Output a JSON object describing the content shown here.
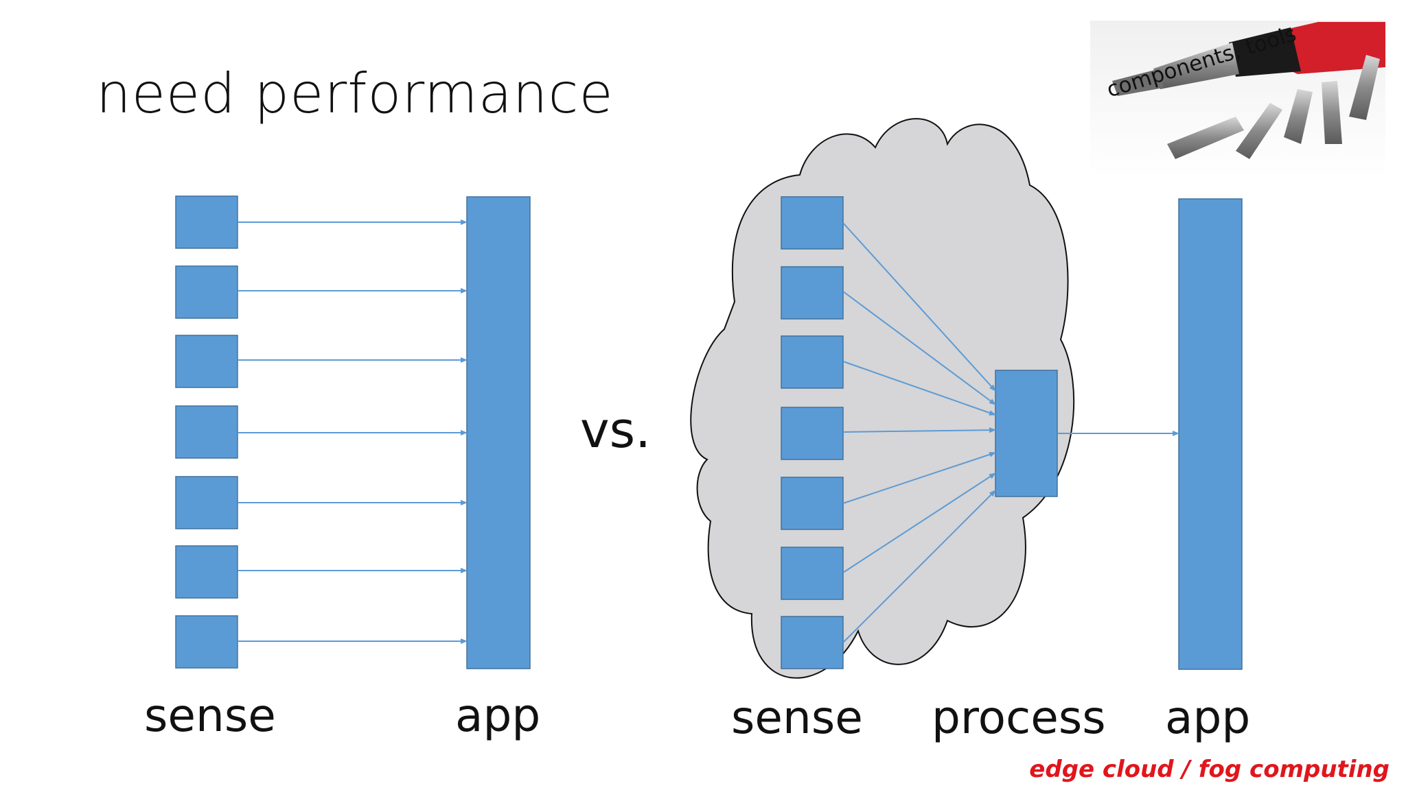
{
  "slide": {
    "title": "need performance",
    "vs": "vs.",
    "footnote": "edge cloud / fog computing"
  },
  "left_diagram": {
    "sense_label": "sense",
    "app_label": "app",
    "sensor_count": 7
  },
  "right_diagram": {
    "sense_label": "sense",
    "process_label": "process",
    "app_label": "app",
    "sensor_count": 7
  },
  "tools_image": {
    "caption": "components, tools",
    "icon": "screwdriver-bits-photo"
  },
  "colors": {
    "box_fill": "#5b9bd5",
    "box_stroke": "#41719c",
    "arrow": "#5b9bd5",
    "cloud_fill": "#d6d5d7",
    "footnote": "#e0161c"
  }
}
